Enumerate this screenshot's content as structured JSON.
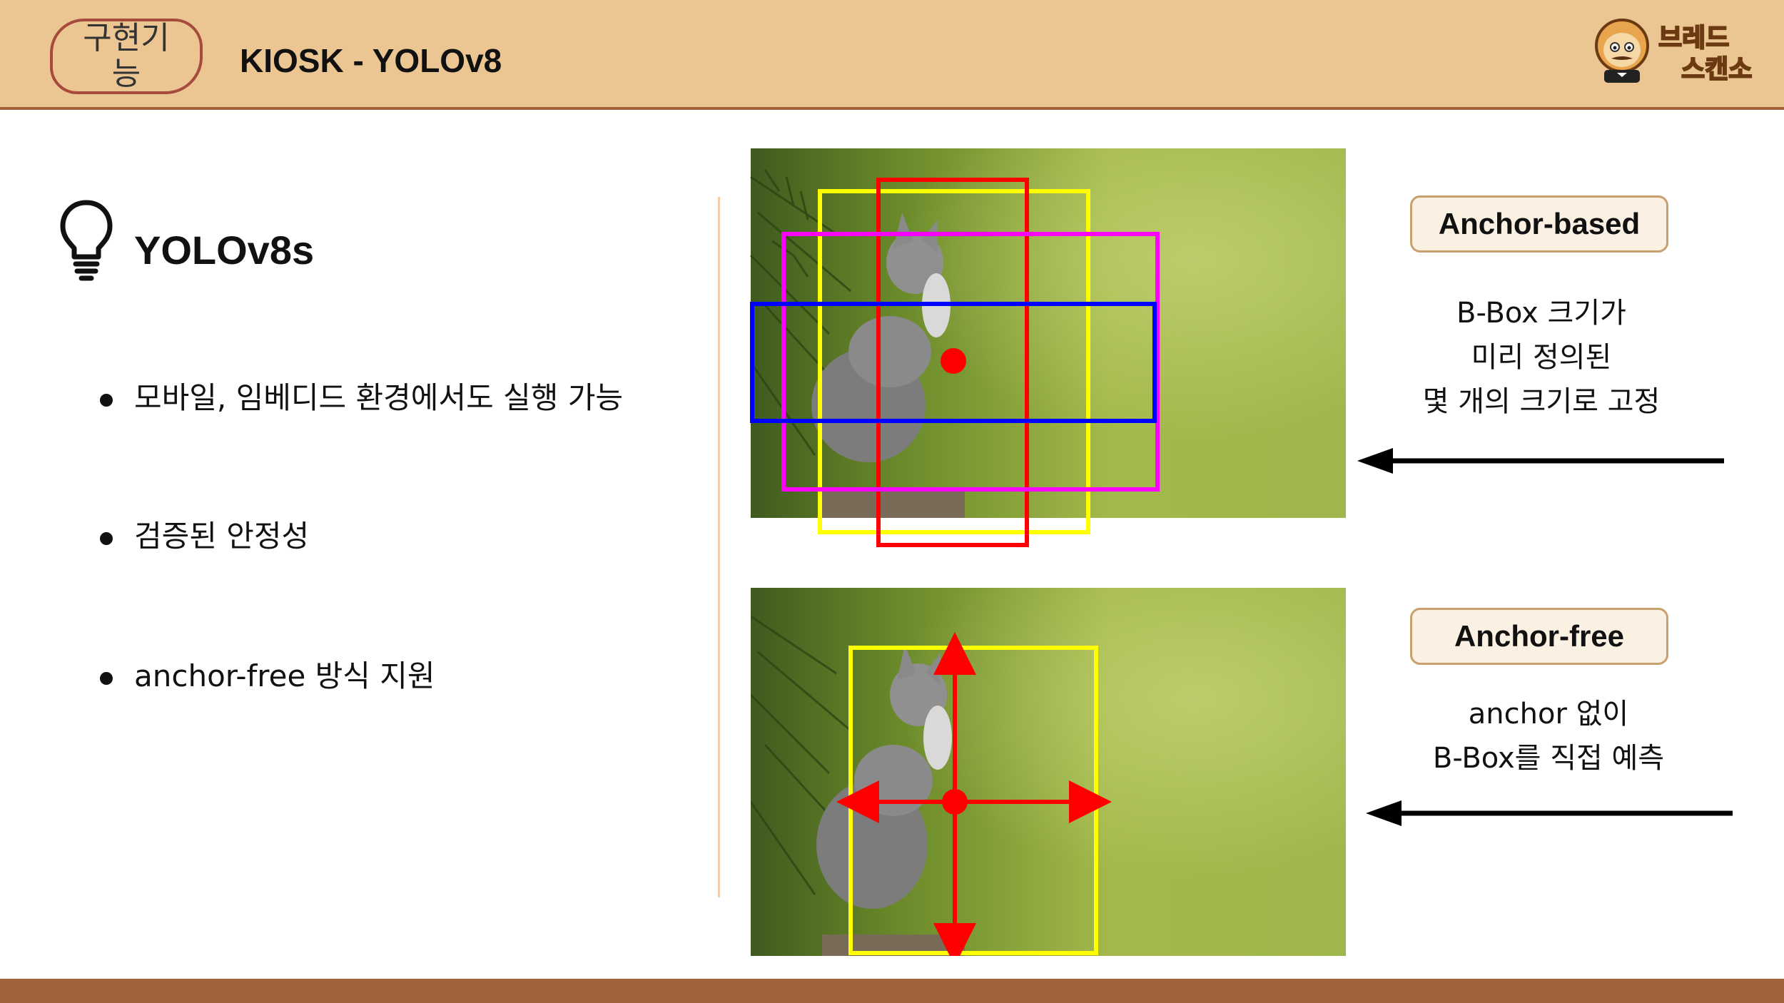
{
  "header": {
    "tag_label": "구현기능",
    "title": "KIOSK - YOLOv8",
    "logo": {
      "line1": "브레드",
      "line2": "스캔소"
    }
  },
  "main": {
    "section_title": "YOLOv8s",
    "bullets": [
      "모바일, 임베디드 환경에서도 실행 가능",
      "검증된 안정성",
      "anchor-free 방식 지원"
    ]
  },
  "panels": {
    "anchor_based": {
      "label": "Anchor-based",
      "desc_lines": [
        "B-Box 크기가",
        "미리 정의된",
        "몇 개의 크기로 고정"
      ]
    },
    "anchor_free": {
      "label": "Anchor-free",
      "desc_lines": [
        "anchor 없이",
        "B-Box를 직접 예측"
      ]
    }
  },
  "colors": {
    "header_bg": "#ecc692",
    "accent_brown": "#a0623a",
    "box_yellow": "#ffff00",
    "box_red": "#ff0000",
    "box_magenta": "#ff00ff",
    "box_blue": "#0000ff"
  },
  "icons": [
    "lightbulb-icon",
    "bread-mascot-icon",
    "arrow-left-icon"
  ]
}
